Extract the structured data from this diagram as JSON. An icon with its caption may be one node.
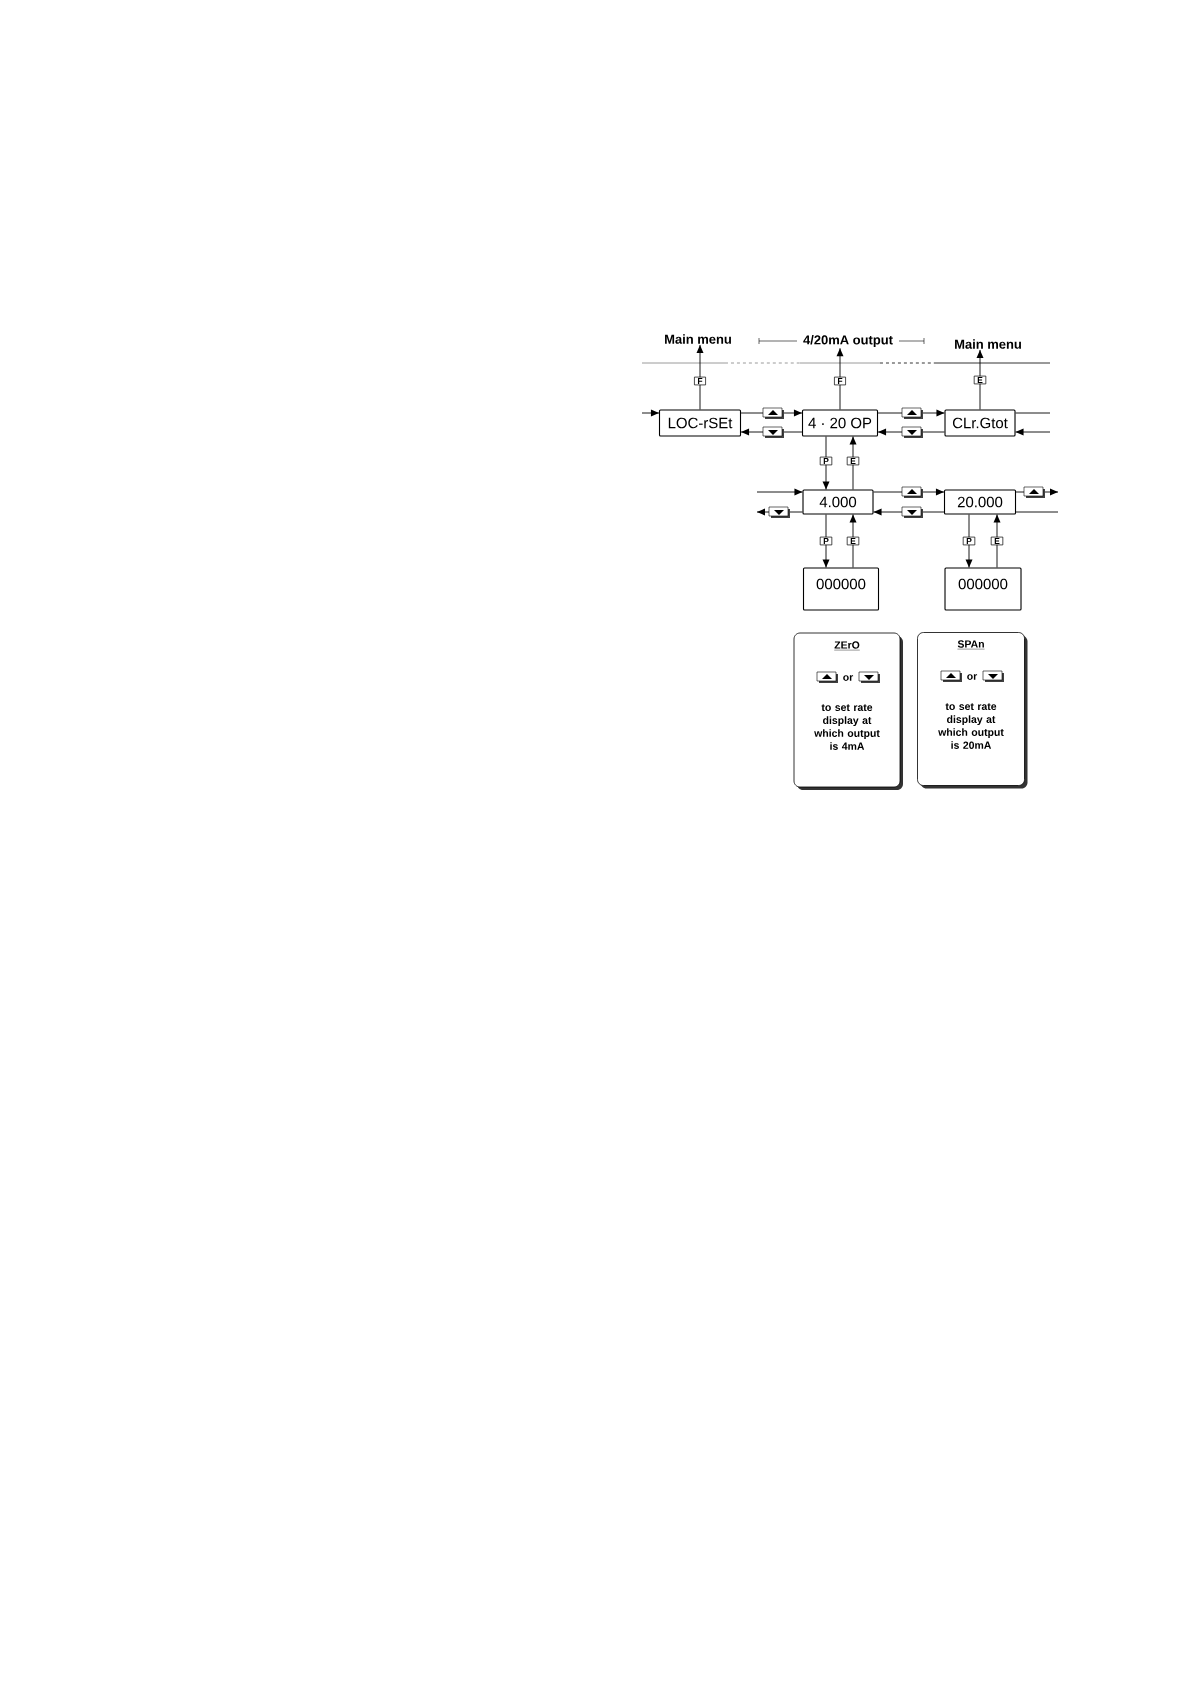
{
  "diagram": {
    "nodes": [
      {
        "text": [
          "LOC-rSEt"
        ]
      },
      {
        "text": [
          "4 · 20 OP"
        ]
      },
      {
        "text": [
          "CLr.Gtot"
        ]
      },
      {
        "text": [
          "4.000"
        ]
      },
      {
        "text": [
          "20.000"
        ]
      },
      {
        "text": [
          "000000"
        ]
      },
      {
        "text": [
          "000000"
        ]
      },
      {
        "text": [
          "ZErO",
          "or",
          "to set rate display at which output is 4mA"
        ]
      },
      {
        "text": [
          "SPAn",
          "or",
          "to set rate display at which output is 20mA"
        ]
      },
      {
        "text": [
          "Main menu"
        ]
      },
      {
        "text": [
          "4/20mA output"
        ]
      },
      {
        "text": [
          "Main menu"
        ]
      }
    ],
    "edges": [
      {
        "from": null,
        "to": 0,
        "arrow": "to"
      },
      {
        "from": 0,
        "to": 1,
        "arrow": "to"
      },
      {
        "from": 1,
        "to": 0,
        "arrow": "to"
      },
      {
        "from": 1,
        "to": 2,
        "arrow": "to"
      },
      {
        "from": 2,
        "to": 1,
        "arrow": "to"
      },
      {
        "from": 2,
        "to": null,
        "arrow": "none"
      },
      {
        "from": null,
        "to": 2,
        "arrow": "to"
      },
      {
        "from": 0,
        "to": 9,
        "arrow": "to",
        "label": "F"
      },
      {
        "from": 1,
        "to": 10,
        "arrow": "to",
        "label": "F"
      },
      {
        "from": 2,
        "to": 11,
        "arrow": "to",
        "label": "E"
      },
      {
        "from": 1,
        "to": 3,
        "arrow": "to",
        "label": "P"
      },
      {
        "from": 3,
        "to": 1,
        "arrow": "to",
        "label": "E"
      },
      {
        "from": null,
        "to": 3,
        "arrow": "to"
      },
      {
        "from": 3,
        "to": null,
        "arrow": "to"
      },
      {
        "from": 3,
        "to": 4,
        "arrow": "to"
      },
      {
        "from": 4,
        "to": 3,
        "arrow": "to"
      },
      {
        "from": 4,
        "to": null,
        "arrow": "to"
      },
      {
        "from": 4,
        "to": null,
        "arrow": "none"
      },
      {
        "from": 3,
        "to": 5,
        "arrow": "to",
        "label": "P"
      },
      {
        "from": 5,
        "to": 3,
        "arrow": "to",
        "label": "E"
      },
      {
        "from": 4,
        "to": 6,
        "arrow": "to",
        "label": "P"
      },
      {
        "from": 6,
        "to": 4,
        "arrow": "to",
        "label": "E"
      }
    ]
  }
}
